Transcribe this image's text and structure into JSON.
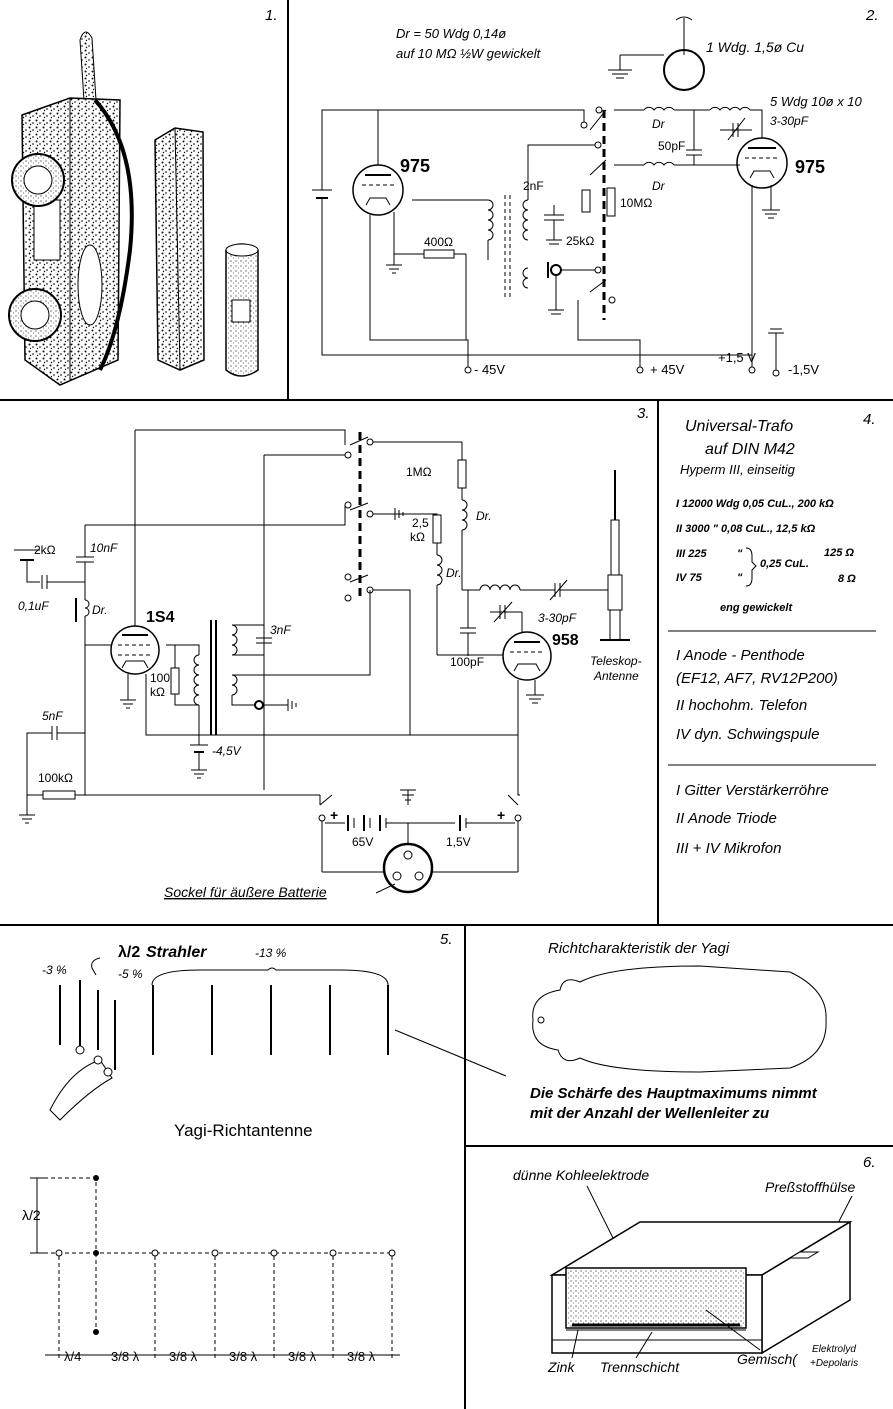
{
  "panel_numbers": {
    "p1": "1.",
    "p2": "2.",
    "p3": "3.",
    "p4": "4.",
    "p5": "5.",
    "p6": "6."
  },
  "panel2": {
    "note_line1": "Dr = 50 Wdg 0,14ø",
    "note_line2": "auf 10 MΩ ½W gewickelt",
    "loop_label": "1 Wdg. 1,5ø Cu",
    "coil_label": "5 Wdg 10ø x 10",
    "trimmer": "3-30pF",
    "tube_left": "975",
    "tube_right": "975",
    "cap_2nf": "2nF",
    "cap_50pf": "50pF",
    "dr1": "Dr",
    "dr2": "Dr",
    "r_400": "400Ω",
    "r_25k": "25kΩ",
    "r_10m": "10MΩ",
    "v_m45": "- 45V",
    "v_p45": "+ 45V",
    "v_p15": "+1,5 V",
    "v_m15": "-1,5V"
  },
  "panel3": {
    "tube_left": "1S4",
    "tube_right": "958",
    "r_2k": "2kΩ",
    "c_10nf": "10nF",
    "c_01uf": "0,1uF",
    "dr_a": "Dr.",
    "dr_b": "Dr.",
    "dr_c": "Dr.",
    "r_1m": "1MΩ",
    "r_25k_a": "2,5",
    "r_25k_b": "kΩ",
    "c_3nf": "3nF",
    "r_100k_a": "100",
    "r_100k_b": "kΩ",
    "v_m45": "-4,5V",
    "c_5nf": "5nF",
    "r_100k": "100kΩ",
    "trimmer": "3-30pF",
    "c_100pf": "100pF",
    "antenna_a": "Teleskop-",
    "antenna_b": "Antenne",
    "v_65": "65V",
    "v_15": "1,5V",
    "socket": "Sockel für äußere Batterie",
    "plus_a": "+",
    "plus_b": "+"
  },
  "panel4": {
    "title_a": "Universal-Trafo",
    "title_b": "auf DIN M42",
    "subtitle": "Hyperm III, einseitig",
    "w1": "I 12000 Wdg 0,05 CuL., 200 kΩ",
    "w2": "II 3000    \"    0,08 CuL., 12,5 kΩ",
    "w3a": "III 225",
    "w3b": "\"",
    "w3r": "125 Ω",
    "w4a": "IV 75",
    "w4b": "\"",
    "w34": "0,25 CuL.",
    "w4r": "8 Ω",
    "tight": "eng gewickelt",
    "u1a": "I  Anode - Penthode",
    "u1b": "(EF12, AF7, RV12P200)",
    "u1c": "II  hochohm. Telefon",
    "u1d": "IV  dyn. Schwingspule",
    "u2a": "I  Gitter Verstärkerröhre",
    "u2b": "II  Anode Triode",
    "u2c": "III + IV  Mikrofon"
  },
  "panel5": {
    "strahler": "Strahler",
    "lambda_half": "λ/2",
    "pct3": "-3 %",
    "pct5": "-5 %",
    "pct13": "-13 %",
    "title": "Yagi-Richtantenne",
    "dim_vert": "λ/2",
    "spacing_first": "λ/4",
    "spacing": [
      "3/8 λ",
      "3/8 λ",
      "3/8 λ",
      "3/8 λ",
      "3/8 λ"
    ],
    "pattern_title": "Richtcharakteristik der Yagi",
    "caption_a": "Die Schärfe des Hauptmaximums nimmt",
    "caption_b": "mit der Anzahl der Wellenleiter zu"
  },
  "panel6": {
    "electrode": "dünne Kohleelektrode",
    "sleeve": "Preßstoffhülse",
    "zinc": "Zink",
    "sep": "Trennschicht",
    "mix": "Gemisch(",
    "mix_a": "Elektrolyd",
    "mix_b": "+Depolaris"
  }
}
